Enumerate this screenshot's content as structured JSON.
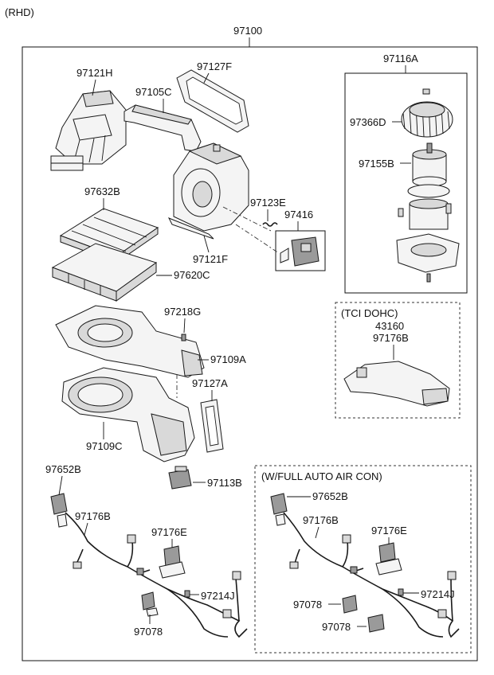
{
  "header": {
    "variant": "(RHD)",
    "assembly": "97100"
  },
  "parts": {
    "p97121H": "97121H",
    "p97127F": "97127F",
    "p97105C": "97105C",
    "p97632B": "97632B",
    "p97123E": "97123E",
    "p97416": "97416",
    "p97121F": "97121F",
    "p97620C": "97620C",
    "p97218G": "97218G",
    "p97109A": "97109A",
    "p97127A": "97127A",
    "p97109C": "97109C",
    "p97113B": "97113B",
    "p97652B": "97652B",
    "p97176B": "97176B",
    "p97176E": "97176E",
    "p97214J": "97214J",
    "p97078": "97078"
  },
  "blower_box": {
    "title": "97116A",
    "motor_fan": "97366D",
    "motor": "97155B"
  },
  "tci_box": {
    "title": "(TCI DOHC)",
    "part1": "43160",
    "part2": "97176B"
  },
  "auto_box": {
    "title": "(W/FULL AUTO AIR CON)",
    "p97652B": "97652B",
    "p97176B": "97176B",
    "p97176E": "97176E",
    "p97214J": "97214J",
    "p97078a": "97078",
    "p97078b": "97078"
  }
}
